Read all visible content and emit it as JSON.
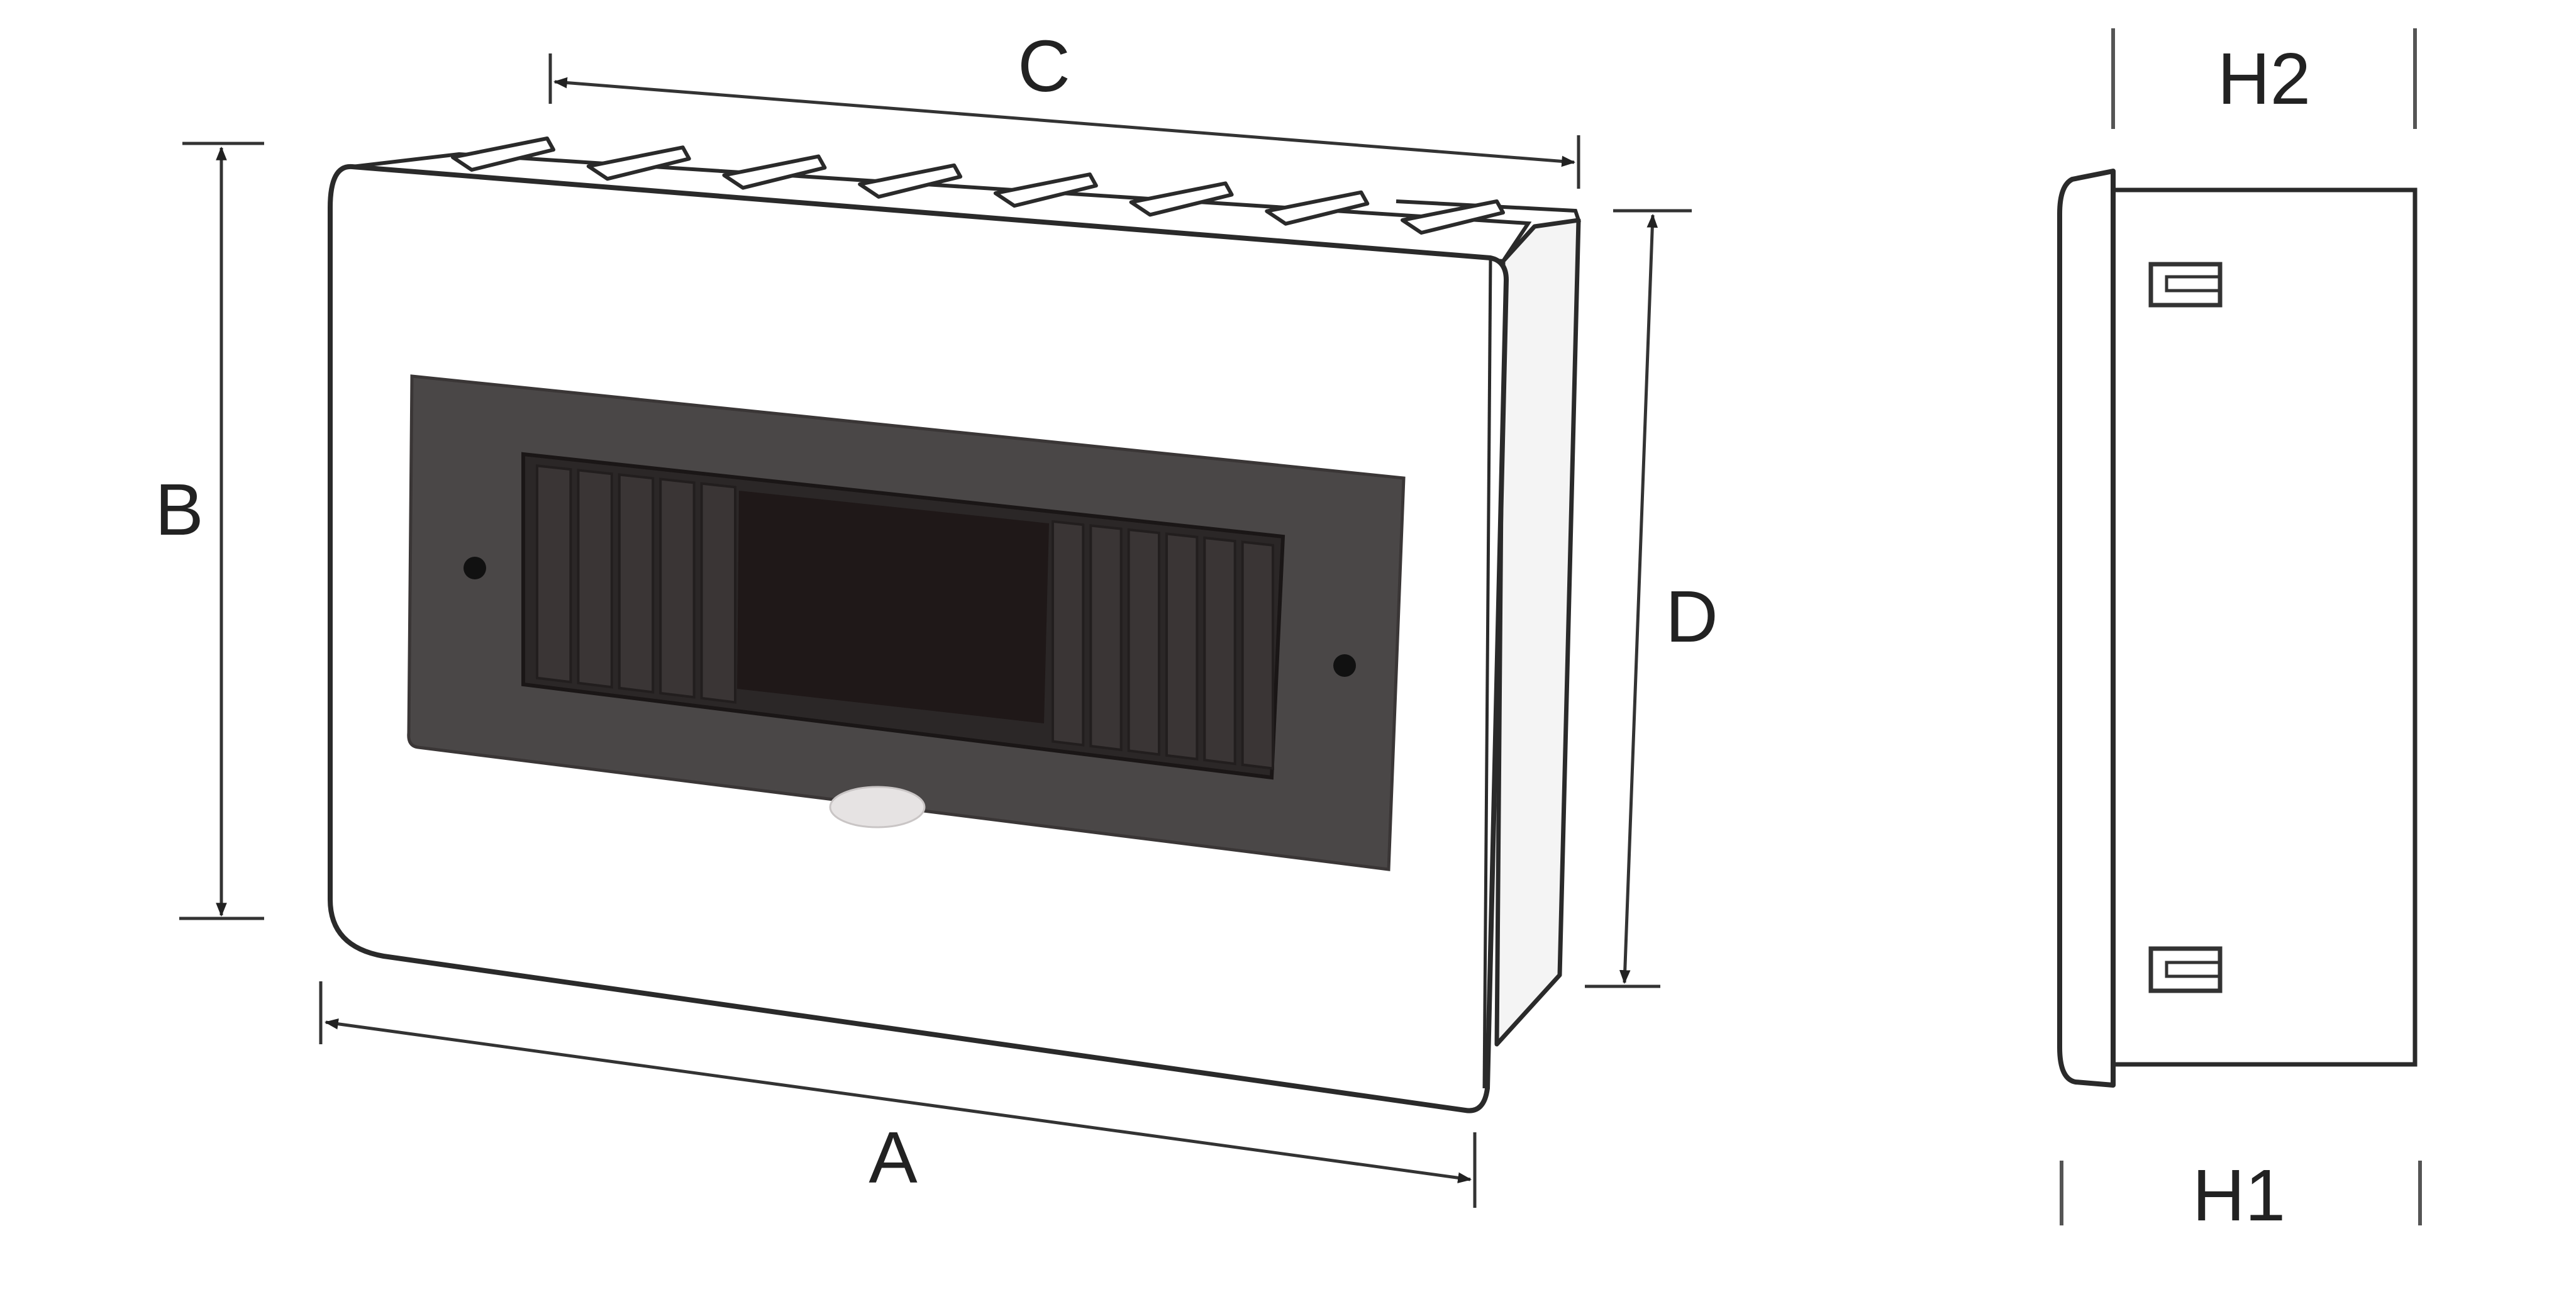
{
  "diagram": {
    "labels": {
      "a": "A",
      "b": "B",
      "c": "C",
      "d": "D",
      "h1": "H1",
      "h2": "H2"
    },
    "colors": {
      "outline": "#2a2a2a",
      "body": "#ffffff",
      "window_frame": "#4a4747",
      "window_inner": "#2b2727",
      "window_slat": "#3a3535",
      "window_center": "#1f1818",
      "dimension_line": "#333333"
    },
    "front_view": {
      "left_module_count": 5,
      "right_module_count": 6,
      "top_tab_count": 8
    },
    "side_view": {
      "clip_count": 2
    }
  }
}
